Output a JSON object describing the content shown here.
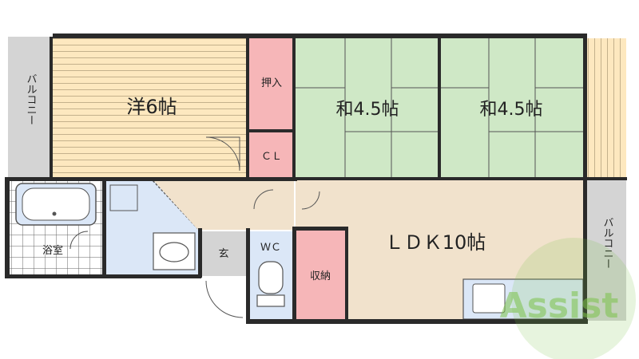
{
  "rooms": {
    "western": "洋6帖",
    "japanese_1": "和4.5帖",
    "japanese_2": "和4.5帖",
    "ldk": "ＬＤＫ10帖",
    "oshiire": "押入",
    "closet": "ＣＬ",
    "bath": "浴室",
    "entrance": "玄",
    "toilet": "ＷＣ",
    "storage": "収納",
    "balcony_left": "バルコニー",
    "balcony_right": "バルコニー"
  },
  "watermark": {
    "text": "Assist"
  },
  "colors": {
    "wood_floor": "#fde8bf",
    "tatami": "#cfe8c6",
    "storage_pink": "#f6b6b8",
    "wet_area": "#dbe7f7",
    "ldk_floor": "#f1e2cc",
    "balcony": "#d4d4d4",
    "wall": "#2a2a2a",
    "watermark_green": "#7cc24a"
  }
}
